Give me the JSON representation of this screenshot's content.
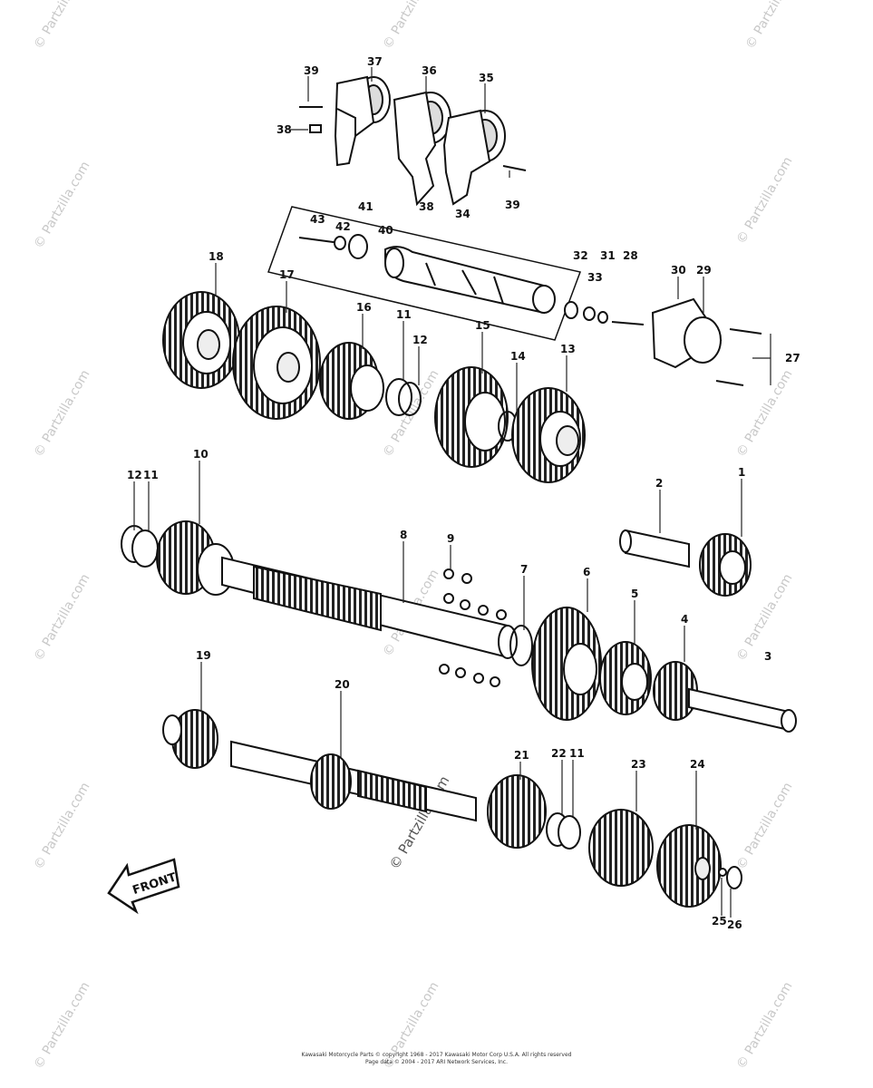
{
  "diagram": {
    "watermark_text": "© Partzilla.com",
    "center_watermark": "© Partzilla.com",
    "front_label": "FRONT",
    "callouts": [
      "1",
      "2",
      "3",
      "4",
      "5",
      "6",
      "7",
      "8",
      "9",
      "10",
      "11",
      "12",
      "13",
      "14",
      "15",
      "16",
      "17",
      "18",
      "19",
      "20",
      "21",
      "22",
      "23",
      "24",
      "25",
      "26",
      "27",
      "28",
      "29",
      "30",
      "31",
      "32",
      "33",
      "34",
      "35",
      "36",
      "37",
      "38",
      "39",
      "40",
      "41",
      "42",
      "43"
    ],
    "footer_line1": "Kawasaki Motorcycle Parts © copyright 1968 - 2017 Kawasaki Motor Corp U.S.A. All rights reserved",
    "footer_line2": "Page data © 2004 - 2017 ARI Network Services, Inc."
  }
}
